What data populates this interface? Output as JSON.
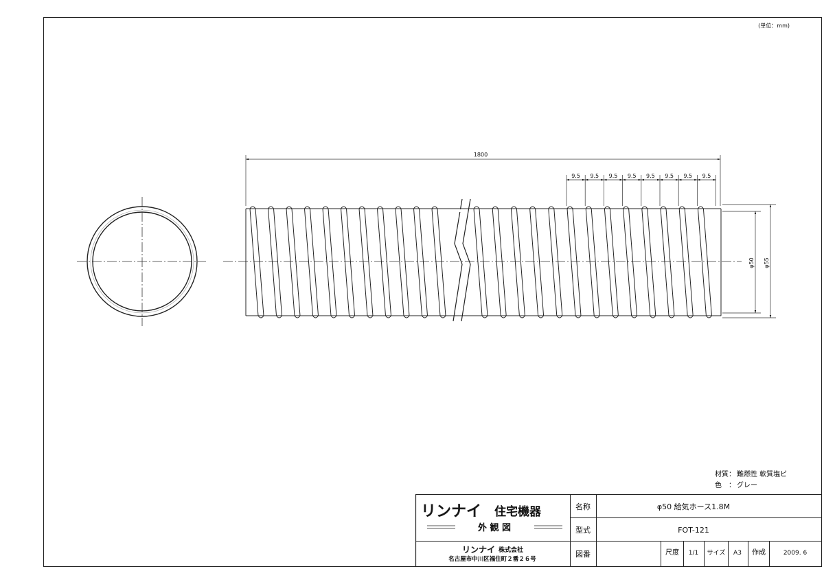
{
  "units_note": "(単位：mm)",
  "dimensions": {
    "length": "1800",
    "pitch_labels": [
      "9.5",
      "9.5",
      "9.5",
      "9.5",
      "9.5",
      "9.5",
      "9.5",
      "9.5"
    ],
    "inner_diameter": "φ50",
    "outer_diameter": "φ55"
  },
  "material": {
    "material_label": "材質：",
    "material_value": "難燃性 軟質塩ビ",
    "color_label": "色　：",
    "color_value": "グレー"
  },
  "title_block": {
    "brand_logo": "リンナイ",
    "division": "住宅機器",
    "drawing_kind": "外 観 図",
    "company_logo": "リンナイ",
    "company_suffix": "株式会社",
    "address": "名古屋市中川区福住町２番２６号",
    "name_label": "名称",
    "name_value": "φ50 給気ホース1.8M",
    "model_label": "型式",
    "model_value": "FOT-121",
    "drawing_no_label": "図番",
    "drawing_no_value": "",
    "scale_label": "尺度",
    "scale_value": "1/1",
    "size_label": "サイズ",
    "size_value": "A3",
    "created_label": "作成",
    "created_value": "2009. 6"
  }
}
